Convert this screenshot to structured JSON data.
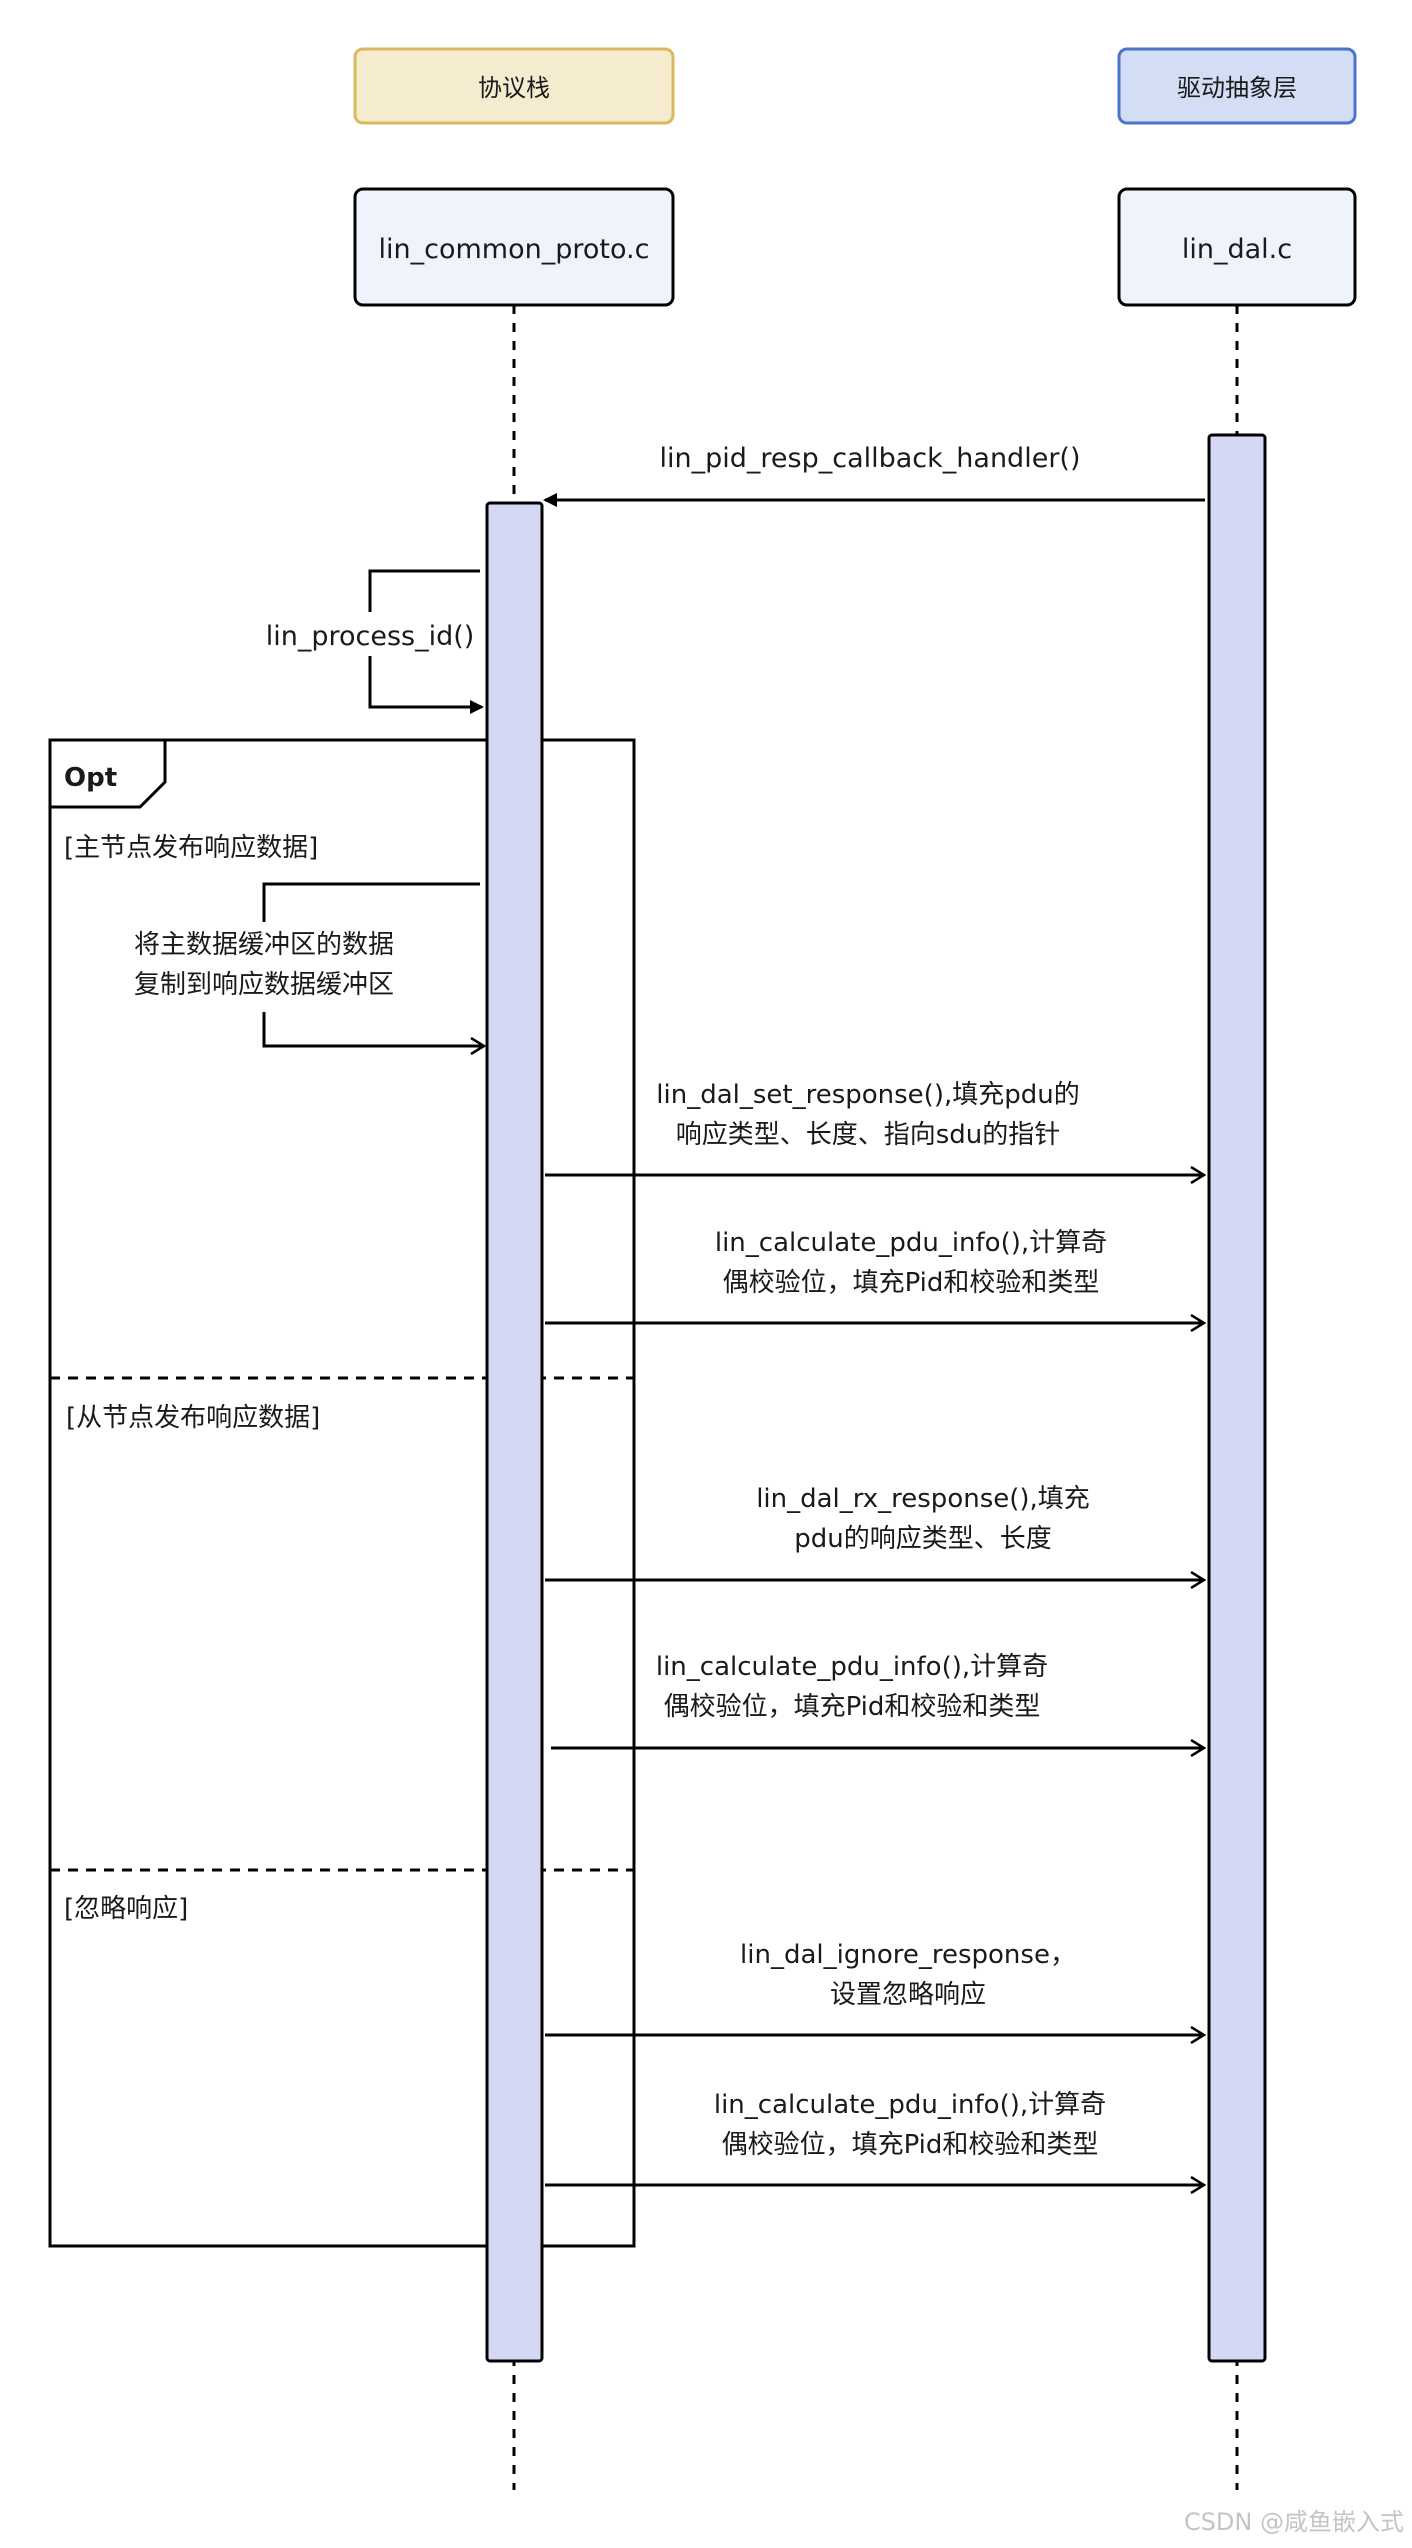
{
  "groups": {
    "stack": "协议栈",
    "driver": "驱动抽象层"
  },
  "participants": {
    "proto": "lin_common_proto.c",
    "dal": "lin_dal.c"
  },
  "messages": {
    "callback": "lin_pid_resp_callback_handler()",
    "process_id": "lin_process_id()",
    "copy_line1": "将主数据缓冲区的数据",
    "copy_line2": "复制到响应数据缓冲区",
    "set_response_line1": "lin_dal_set_response(),填充pdu的",
    "set_response_line2": "响应类型、长度、指向sdu的指针",
    "calc1_line1": "lin_calculate_pdu_info(),计算奇",
    "calc1_line2": "偶校验位，填充Pid和校验和类型",
    "rx_response_line1": "lin_dal_rx_response(),填充",
    "rx_response_line2": "pdu的响应类型、长度",
    "calc2_line1": "lin_calculate_pdu_info(),计算奇",
    "calc2_line2": "偶校验位，填充Pid和校验和类型",
    "ignore_line1": "lin_dal_ignore_response，",
    "ignore_line2": "设置忽略响应",
    "calc3_line1": "lin_calculate_pdu_info(),计算奇",
    "calc3_line2": "偶校验位，填充Pid和校验和类型"
  },
  "fragment": {
    "label": "Opt",
    "guard1": "[主节点发布响应数据]",
    "guard2": "[从节点发布响应数据]",
    "guard3": "[忽略响应]"
  },
  "watermark": "CSDN @咸鱼嵌入式",
  "colors": {
    "group_stack_fill": "#f5ecd0",
    "group_stack_stroke": "#d9b95c",
    "group_driver_fill": "#d3ddf3",
    "group_driver_stroke": "#4a74c9",
    "participant_fill": "#eef3fc",
    "activation_fill": "#d4d8f5"
  }
}
